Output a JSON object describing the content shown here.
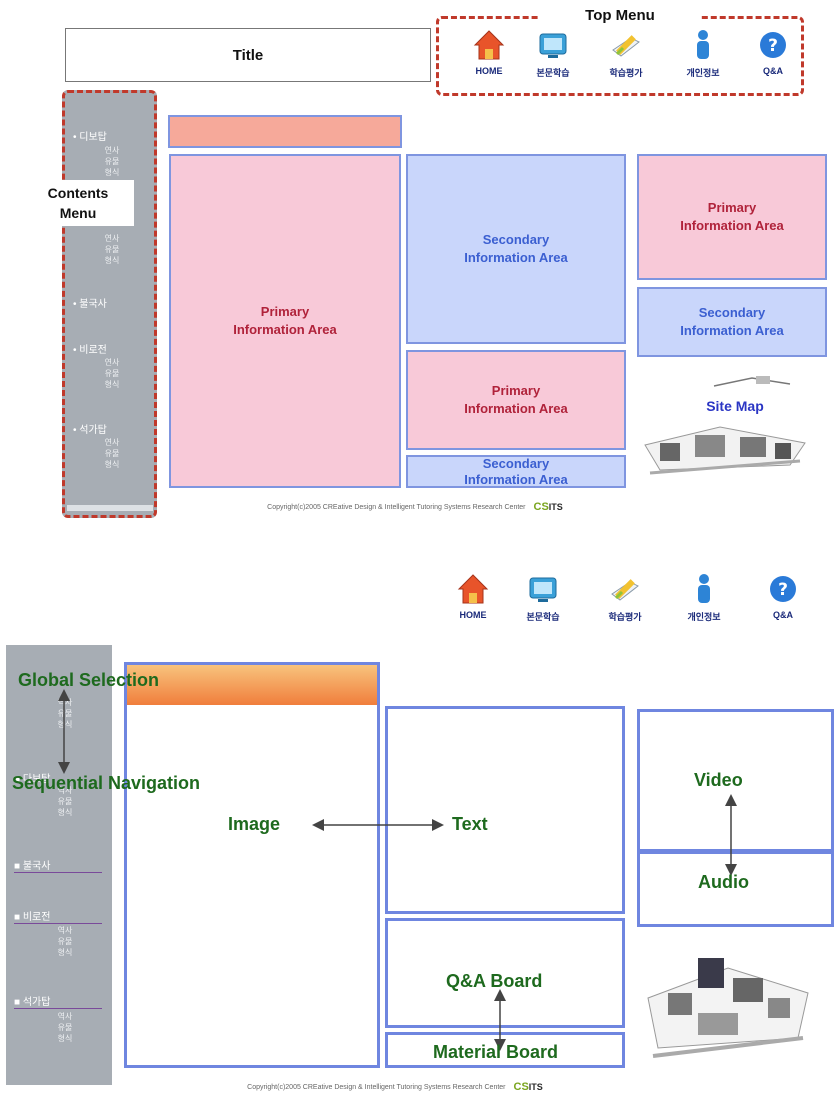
{
  "top_panel": {
    "title": "Title",
    "top_menu_label": "Top Menu",
    "contents_menu_label": [
      "Contents",
      "Menu"
    ],
    "primary_area_label": [
      "Primary",
      "Information Area"
    ],
    "secondary_area_label": [
      "Secondary",
      "Information Area"
    ],
    "site_map_label": "Site Map",
    "copyright": "Copyright(c)2005 CREative Design & Intelligent Tutoring Systems Research Center",
    "sidebar_entries": [
      {
        "label": "• 디보탑",
        "subs": [
          "연사",
          "유물",
          "형식"
        ]
      },
      {
        "label": "• 불국사",
        "subs": []
      },
      {
        "label": "• 비로전",
        "subs": [
          "연사",
          "유물",
          "형식"
        ]
      },
      {
        "label": "• 석가탑",
        "subs": [
          "연사",
          "유물",
          "형식"
        ]
      }
    ]
  },
  "menu_items": [
    {
      "label": "HOME",
      "icon": "home-icon",
      "color": "#e8542a"
    },
    {
      "label": "본문학습",
      "icon": "monitor-icon",
      "color": "#3aa0d8"
    },
    {
      "label": "학습평가",
      "icon": "pencil-icon",
      "color": "#8fc43a"
    },
    {
      "label": "개인정보",
      "icon": "person-icon",
      "color": "#2d84d6"
    },
    {
      "label": "Q&A",
      "icon": "question-icon",
      "color": "#2a7ad8"
    }
  ],
  "bottom_panel": {
    "global_selection": "Global Selection",
    "sequential_navigation": "Sequential Navigation",
    "image": "Image",
    "text": "Text",
    "video": "Video",
    "audio": "Audio",
    "qa_board": "Q&A Board",
    "material_board": "Material Board",
    "copyright": "Copyright(c)2005 CREative Design & Intelligent Tutoring Systems Research Center",
    "sidebar_entries": [
      {
        "label": "",
        "subs": [
          "역사",
          "유물",
          "형식"
        ]
      },
      {
        "label": "■ 다보탑",
        "subs": [
          "역사",
          "유물",
          "형식"
        ]
      },
      {
        "label": "■ 불국사",
        "subs": []
      },
      {
        "label": "■ 비로전",
        "subs": [
          "역사",
          "유물",
          "형식"
        ]
      },
      {
        "label": "■ 석가탑",
        "subs": [
          "역사",
          "유물",
          "형식"
        ]
      }
    ]
  },
  "logo_text": {
    "cs": "CS",
    "its": "ITS"
  },
  "colors": {
    "dashed_frame": "#c0392b",
    "primary_fill": "#f8c9d8",
    "secondary_fill": "#c9d6fb",
    "box_border": "#6f86e0",
    "green_label": "#1e6a1e"
  }
}
